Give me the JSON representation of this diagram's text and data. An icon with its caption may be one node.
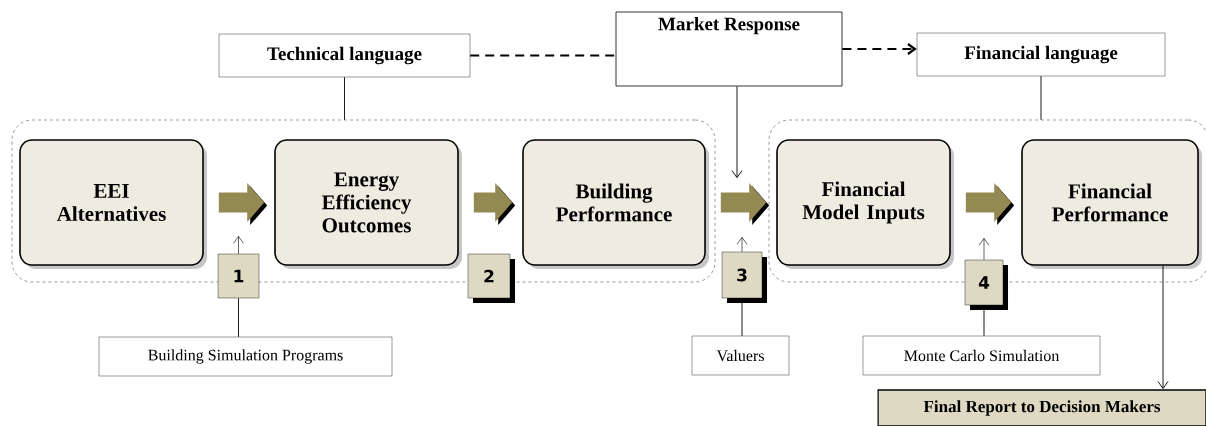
{
  "diagram": {
    "nodes": [
      {
        "text": [
          "Technical language"
        ]
      },
      {
        "text": [
          "Market Response"
        ]
      },
      {
        "text": [
          "Financial language"
        ]
      },
      {
        "text": [],
        "shape": "box"
      },
      {
        "text": [],
        "shape": "box"
      },
      {
        "text": [
          "EEI Alternatives"
        ],
        "in": 3
      },
      {
        "text": [
          "Energy Efficiency Outcomes"
        ],
        "in": 3
      },
      {
        "text": [
          "Building Performance"
        ],
        "in": 3
      },
      {
        "text": [
          "Financial Model Inputs"
        ],
        "in": 4
      },
      {
        "text": [
          "Financial Performance"
        ],
        "in": 4
      },
      {
        "text": [
          "1"
        ]
      },
      {
        "text": [
          "2"
        ]
      },
      {
        "text": [
          "3"
        ]
      },
      {
        "text": [
          "4"
        ]
      },
      {
        "text": [
          "Building Simulation Programs"
        ]
      },
      {
        "text": [
          "Valuers"
        ]
      },
      {
        "text": [
          "Monte Carlo Simulation"
        ]
      },
      {
        "text": [
          "Final Report to Decision Makers"
        ]
      }
    ],
    "edges": [
      {
        "from": 0,
        "to": 1,
        "arrow": "none",
        "style": "dashed"
      },
      {
        "from": 1,
        "to": 2,
        "arrow": "to",
        "style": "dashed"
      },
      {
        "from": 0,
        "to": 3,
        "arrow": "none"
      },
      {
        "from": 2,
        "to": 4,
        "arrow": "none"
      },
      {
        "from": 1,
        "to": null,
        "arrow": "to"
      },
      {
        "from": 5,
        "to": 6,
        "arrow": "to",
        "style": "thick",
        "color": "#938953"
      },
      {
        "from": 6,
        "to": 7,
        "arrow": "to",
        "style": "thick",
        "color": "#938953"
      },
      {
        "from": 7,
        "to": 8,
        "arrow": "to",
        "style": "thick",
        "color": "#938953"
      },
      {
        "from": 8,
        "to": 9,
        "arrow": "to",
        "style": "thick",
        "color": "#938953"
      },
      {
        "from": 10,
        "to": null,
        "arrow": "to"
      },
      {
        "from": 14,
        "to": 10,
        "arrow": "none"
      },
      {
        "from": 12,
        "to": null,
        "arrow": "to"
      },
      {
        "from": 15,
        "to": 12,
        "arrow": "none"
      },
      {
        "from": 13,
        "to": null,
        "arrow": "to"
      },
      {
        "from": 16,
        "to": 13,
        "arrow": "none"
      },
      {
        "from": 9,
        "to": 17,
        "arrow": "to"
      }
    ]
  }
}
